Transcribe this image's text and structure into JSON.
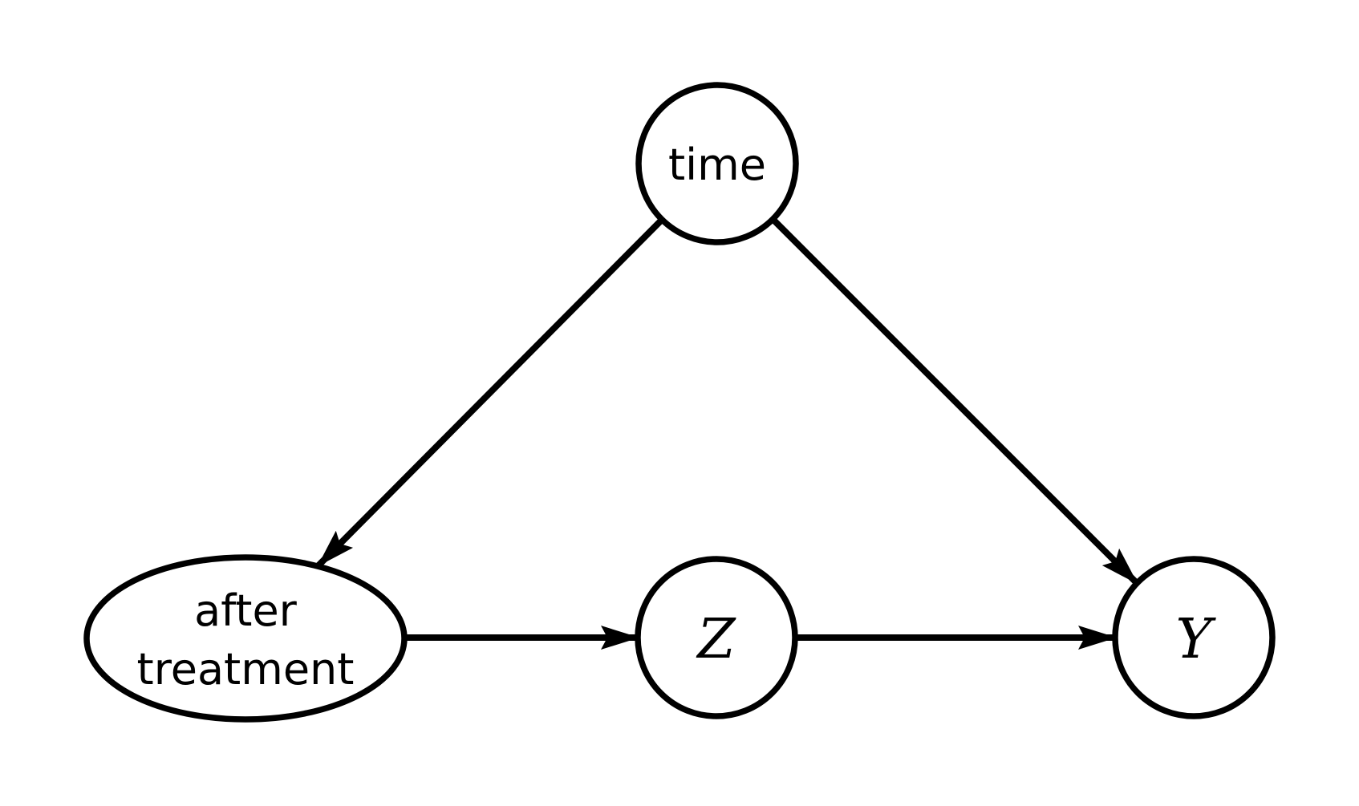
{
  "diagram": {
    "type": "causal-dag",
    "background_color": "#ffffff",
    "stroke_color": "#000000",
    "text_color": "#000000",
    "nodes": [
      {
        "id": "time",
        "label": "time",
        "shape": "circle"
      },
      {
        "id": "after-treatment",
        "label": "after treatment",
        "lines": [
          "after",
          "treatment"
        ],
        "shape": "ellipse"
      },
      {
        "id": "z",
        "label": "Z",
        "shape": "circle"
      },
      {
        "id": "y",
        "label": "Y",
        "shape": "circle"
      }
    ],
    "edges": [
      {
        "from": "time",
        "to": "after-treatment",
        "directed": true
      },
      {
        "from": "time",
        "to": "y",
        "directed": true
      },
      {
        "from": "after-treatment",
        "to": "z",
        "directed": true
      },
      {
        "from": "z",
        "to": "y",
        "directed": true
      }
    ]
  }
}
